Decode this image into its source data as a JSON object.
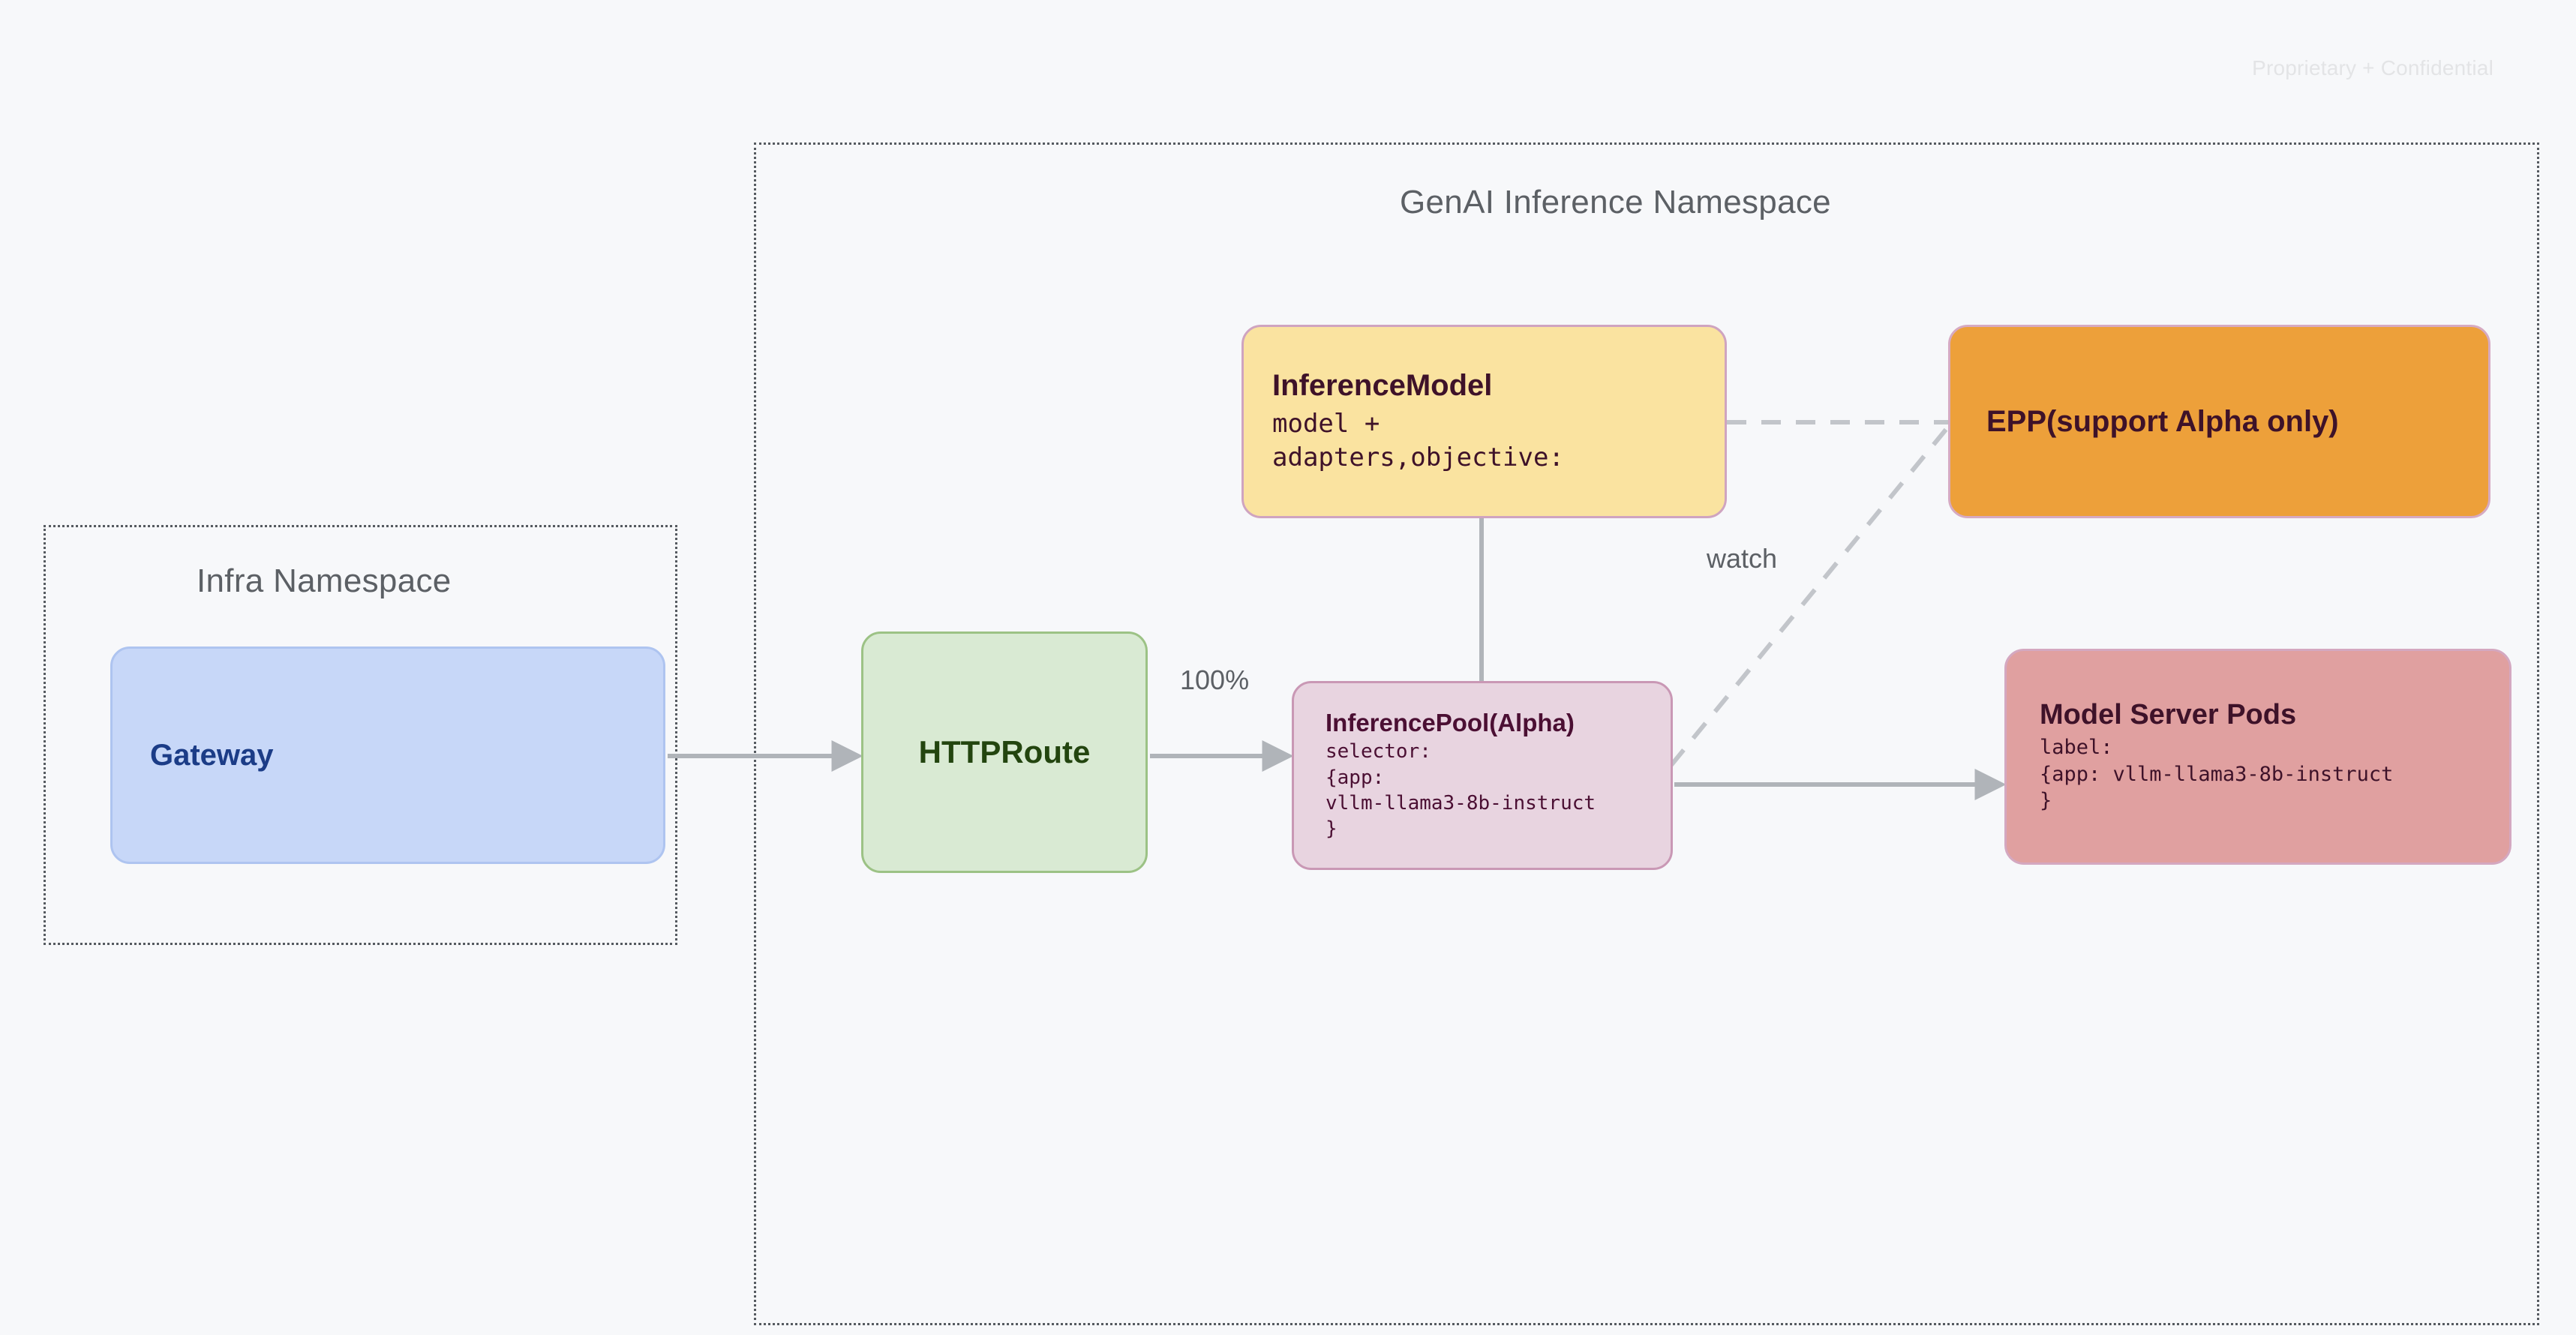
{
  "page": {
    "watermark": "Proprietary + Confidential",
    "background_color": "#f7f8fa"
  },
  "namespaces": [
    {
      "id": "infra",
      "title": "Infra Namespace",
      "border_style": "dotted",
      "border_color": "#555a60"
    },
    {
      "id": "genai",
      "title": "GenAI Inference Namespace",
      "border_style": "dotted",
      "border_color": "#555a60"
    }
  ],
  "nodes": {
    "gateway": {
      "title": "Gateway",
      "fill": "#c7d7f8",
      "border": "#aec4f0",
      "text_color": "#1b3c87"
    },
    "httproute": {
      "title": "HTTPRoute",
      "fill": "#d9ead3",
      "border": "#9cc285",
      "text_color": "#23450f"
    },
    "inferencemodel": {
      "title": "InferenceModel",
      "sub": "model +\nadapters,objective:",
      "fill": "#fae3a0",
      "border": "#cfa4c0",
      "text_color": "#3e1229"
    },
    "inferencepool": {
      "title": "InferencePool(Alpha)",
      "sub": "selector:\n{app:\nvllm-llama3-8b-instruct\n}",
      "fill": "#e8d4e0",
      "border": "#c998b5",
      "text_color": "#4b0f33"
    },
    "epp": {
      "title": "EPP(support Alpha only)",
      "fill": "#eda03a",
      "border": "#d6aac2",
      "text_color": "#3e1229"
    },
    "modelserverpods": {
      "title": "Model Server Pods",
      "sub": "label:\n{app: vllm-llama3-8b-instruct\n}",
      "fill": "#e0a0a0",
      "border": "#d4a8c0",
      "text_color": "#3e1229"
    }
  },
  "edges": {
    "gateway_to_httproute": {
      "label": "",
      "style": "solid",
      "arrow": true
    },
    "httproute_to_inferencepool": {
      "label": "100%",
      "style": "solid",
      "arrow": true
    },
    "inferencemodel_to_inferencepool": {
      "label": "",
      "style": "solid",
      "arrow": false
    },
    "inferencemodel_to_epp": {
      "label": "",
      "style": "dashed",
      "arrow": false
    },
    "inferencepool_to_epp": {
      "label": "watch",
      "style": "dashed",
      "arrow": false
    },
    "inferencepool_to_modelserverpods": {
      "label": "",
      "style": "solid",
      "arrow": true
    }
  },
  "colors": {
    "edge_gray": "#b0b4b9",
    "dash_gray": "#c2c5ca",
    "label_gray": "#5c6065"
  }
}
